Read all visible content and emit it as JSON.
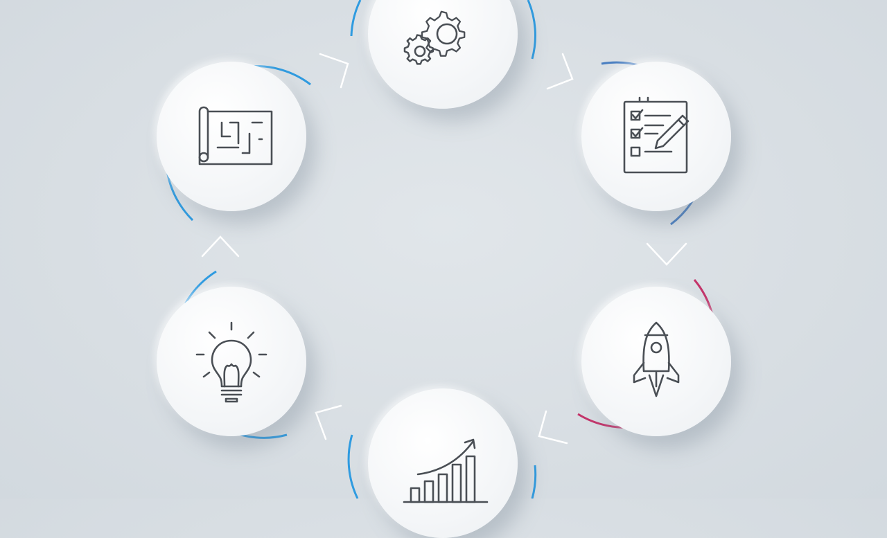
{
  "diagram": {
    "type": "cycle",
    "colors": {
      "background": "#d8dee3",
      "node": "#f4f6f8",
      "icon_stroke": "#4a4f55",
      "arc_blue": "#2f9be0",
      "arc_steel": "#4a7fc1",
      "arc_magenta": "#c4346a",
      "arrow": "#ffffff"
    },
    "steps": [
      {
        "id": "settings",
        "icon": "gears-icon"
      },
      {
        "id": "checklist",
        "icon": "checklist-pencil-icon"
      },
      {
        "id": "launch",
        "icon": "rocket-icon"
      },
      {
        "id": "growth",
        "icon": "growth-chart-icon"
      },
      {
        "id": "idea",
        "icon": "lightbulb-icon"
      },
      {
        "id": "plan",
        "icon": "blueprint-icon"
      }
    ],
    "flow_direction": "clockwise"
  }
}
